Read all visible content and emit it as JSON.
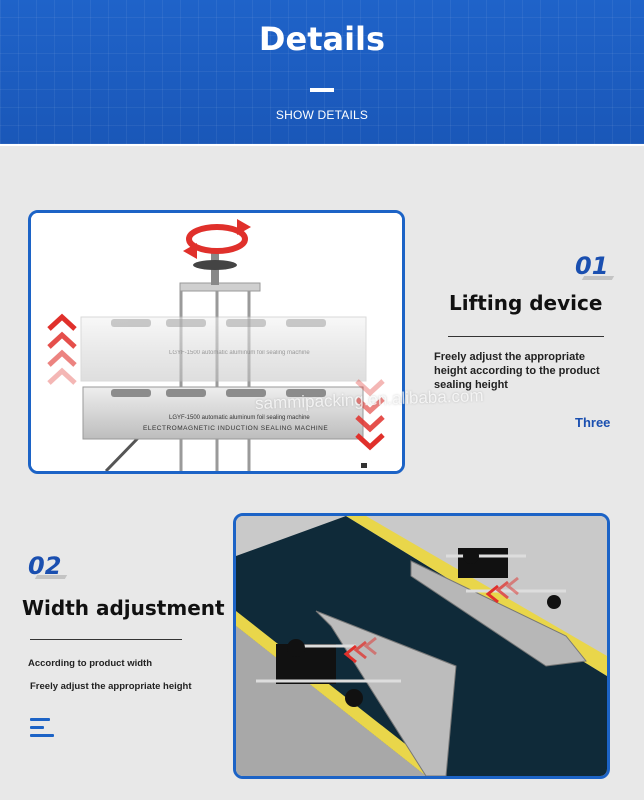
{
  "banner": {
    "title": "Details",
    "subtitle": "SHOW DETAILS"
  },
  "section1": {
    "number": "01",
    "heading": "Lifting device",
    "description": "Freely adjust the appropriate height according to the product sealing height",
    "extra_label": "Three",
    "machine_label_top": "LGYF-1500 automatic aluminum foil sealing machine",
    "machine_label_bottom_line1": "LGYF-1500 automatic aluminum foil sealing machine",
    "machine_label_bottom_line2": "ELECTROMAGNETIC INDUCTION SEALING MACHINE"
  },
  "section2": {
    "number": "02",
    "heading": "Width adjustment",
    "line1": "According to product width",
    "line2": "Freely adjust the appropriate height"
  },
  "watermark": "sammipacking.en.alibaba.com",
  "colors": {
    "brand_blue": "#1c63c6",
    "banner_blue": "#1f63c9",
    "arrow_red": "#e0302b",
    "number_blue": "#1a4fb0"
  },
  "icons": [
    "rotate-arrows-icon",
    "up-chevrons-icon",
    "down-chevrons-icon",
    "menu-lines-icon"
  ]
}
